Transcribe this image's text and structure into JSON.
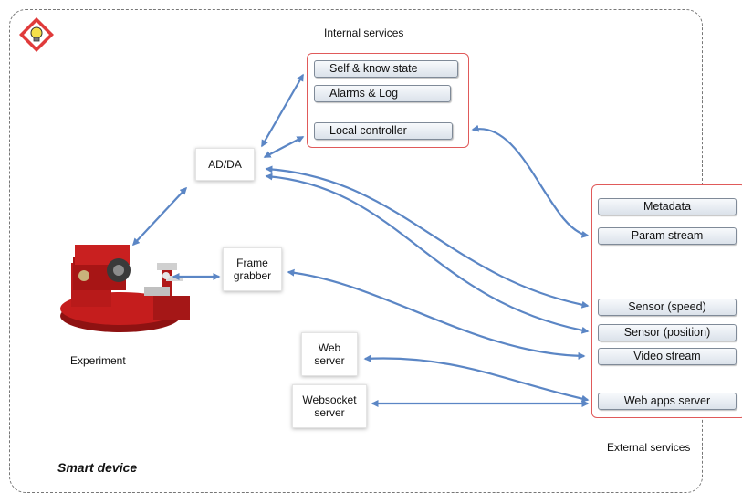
{
  "diagram": {
    "frame_label": "Smart device",
    "internal_title": "Internal services",
    "external_title": "External services",
    "experiment_label": "Experiment",
    "internal_services": [
      "Self & know state",
      "Alarms & Log",
      "Local controller"
    ],
    "external_services": [
      "Metadata",
      "Param stream",
      "Sensor (speed)",
      "Sensor (position)",
      "Video stream",
      "Web apps server"
    ],
    "nodes": {
      "adda": "AD/DA",
      "frame_grabber": "Frame\ngrabber",
      "web_server": "Web\nserver",
      "websocket_server": "Websocket\nserver"
    },
    "colors": {
      "arrow": "#5b86c5",
      "group_border": "#e05a5a",
      "frame_border": "#777777",
      "bulb": "#f5e04a",
      "badge": "#e03b3b"
    },
    "icons": [
      "lightbulb-icon"
    ]
  }
}
